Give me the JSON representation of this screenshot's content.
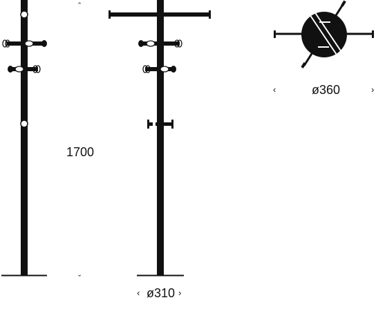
{
  "dimensions": {
    "height": "1700",
    "base_diameter": "ø310",
    "top_diameter": "ø360"
  },
  "arrows": {
    "up": "ˆ",
    "down": "ˇ",
    "left": "‹",
    "right": "›"
  }
}
